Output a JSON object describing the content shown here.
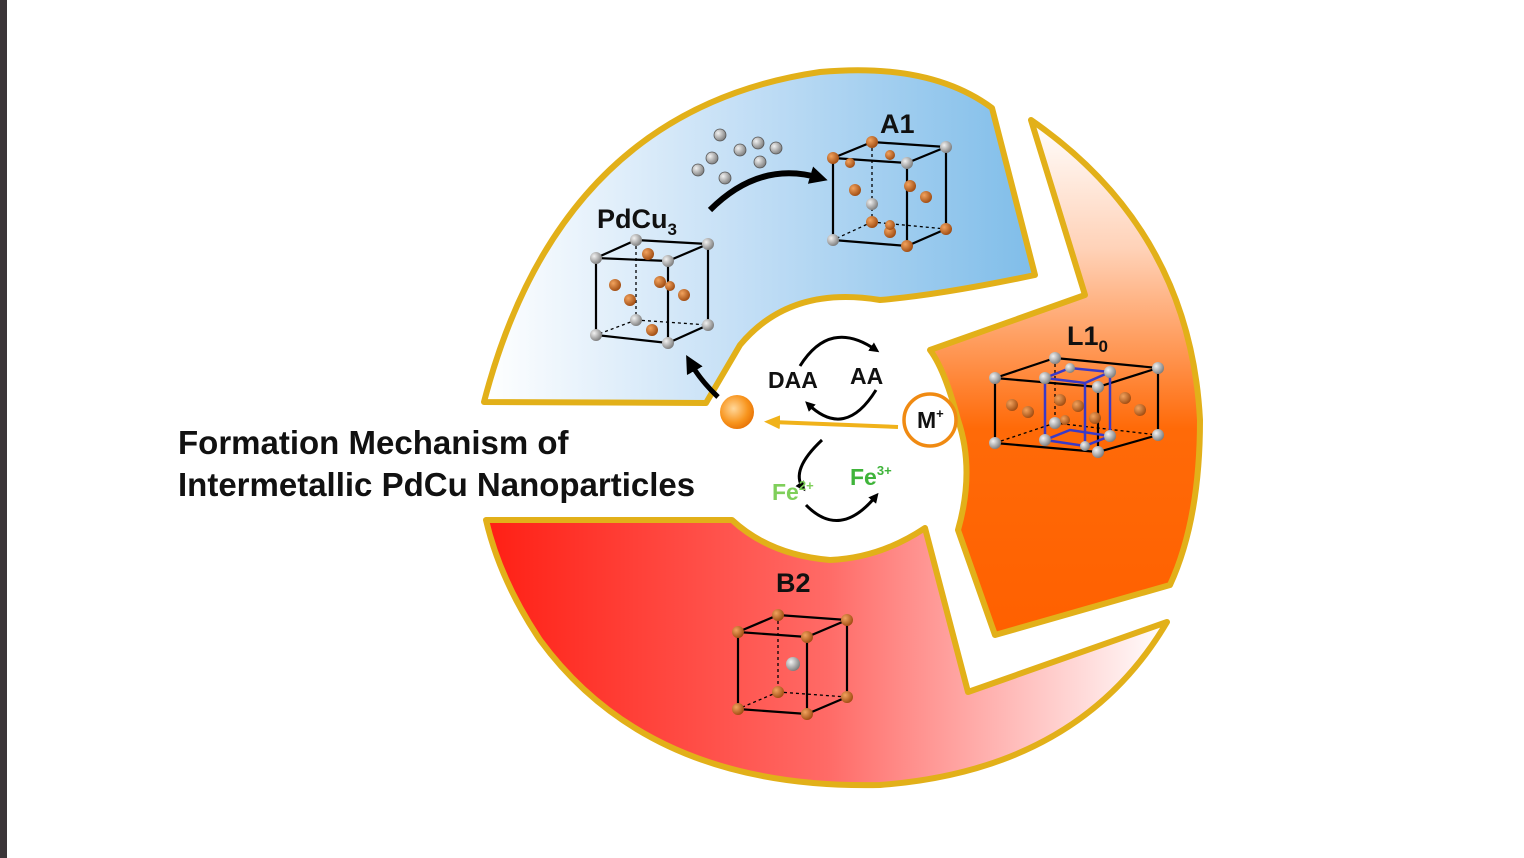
{
  "title": {
    "line1": "Formation Mechanism of",
    "line2": "Intermetallic PdCu Nanoparticles"
  },
  "phases": {
    "pdcu3": {
      "base": "PdCu",
      "sub": "3"
    },
    "a1": {
      "label": "A1"
    },
    "l10": {
      "base": "L1",
      "sub": "0"
    },
    "b2": {
      "label": "B2"
    }
  },
  "center": {
    "daa": "DAA",
    "aa": "AA",
    "fe2_base": "Fe",
    "fe2_sup": "2+",
    "fe3_base": "Fe",
    "fe3_sup": "3+",
    "ion_base": "M",
    "ion_sup": "+"
  },
  "colors": {
    "ring_border": "#e2b019",
    "blue": "#7fbde9",
    "orange": "#ff6400",
    "red": "#ff2a1c",
    "fe2": "#7fcf5a",
    "fe3": "#3fb43a",
    "cu_atom": "#c4661e",
    "pd_atom": "#8f8f8f",
    "l10_inner_cell": "#3a3ac8"
  }
}
